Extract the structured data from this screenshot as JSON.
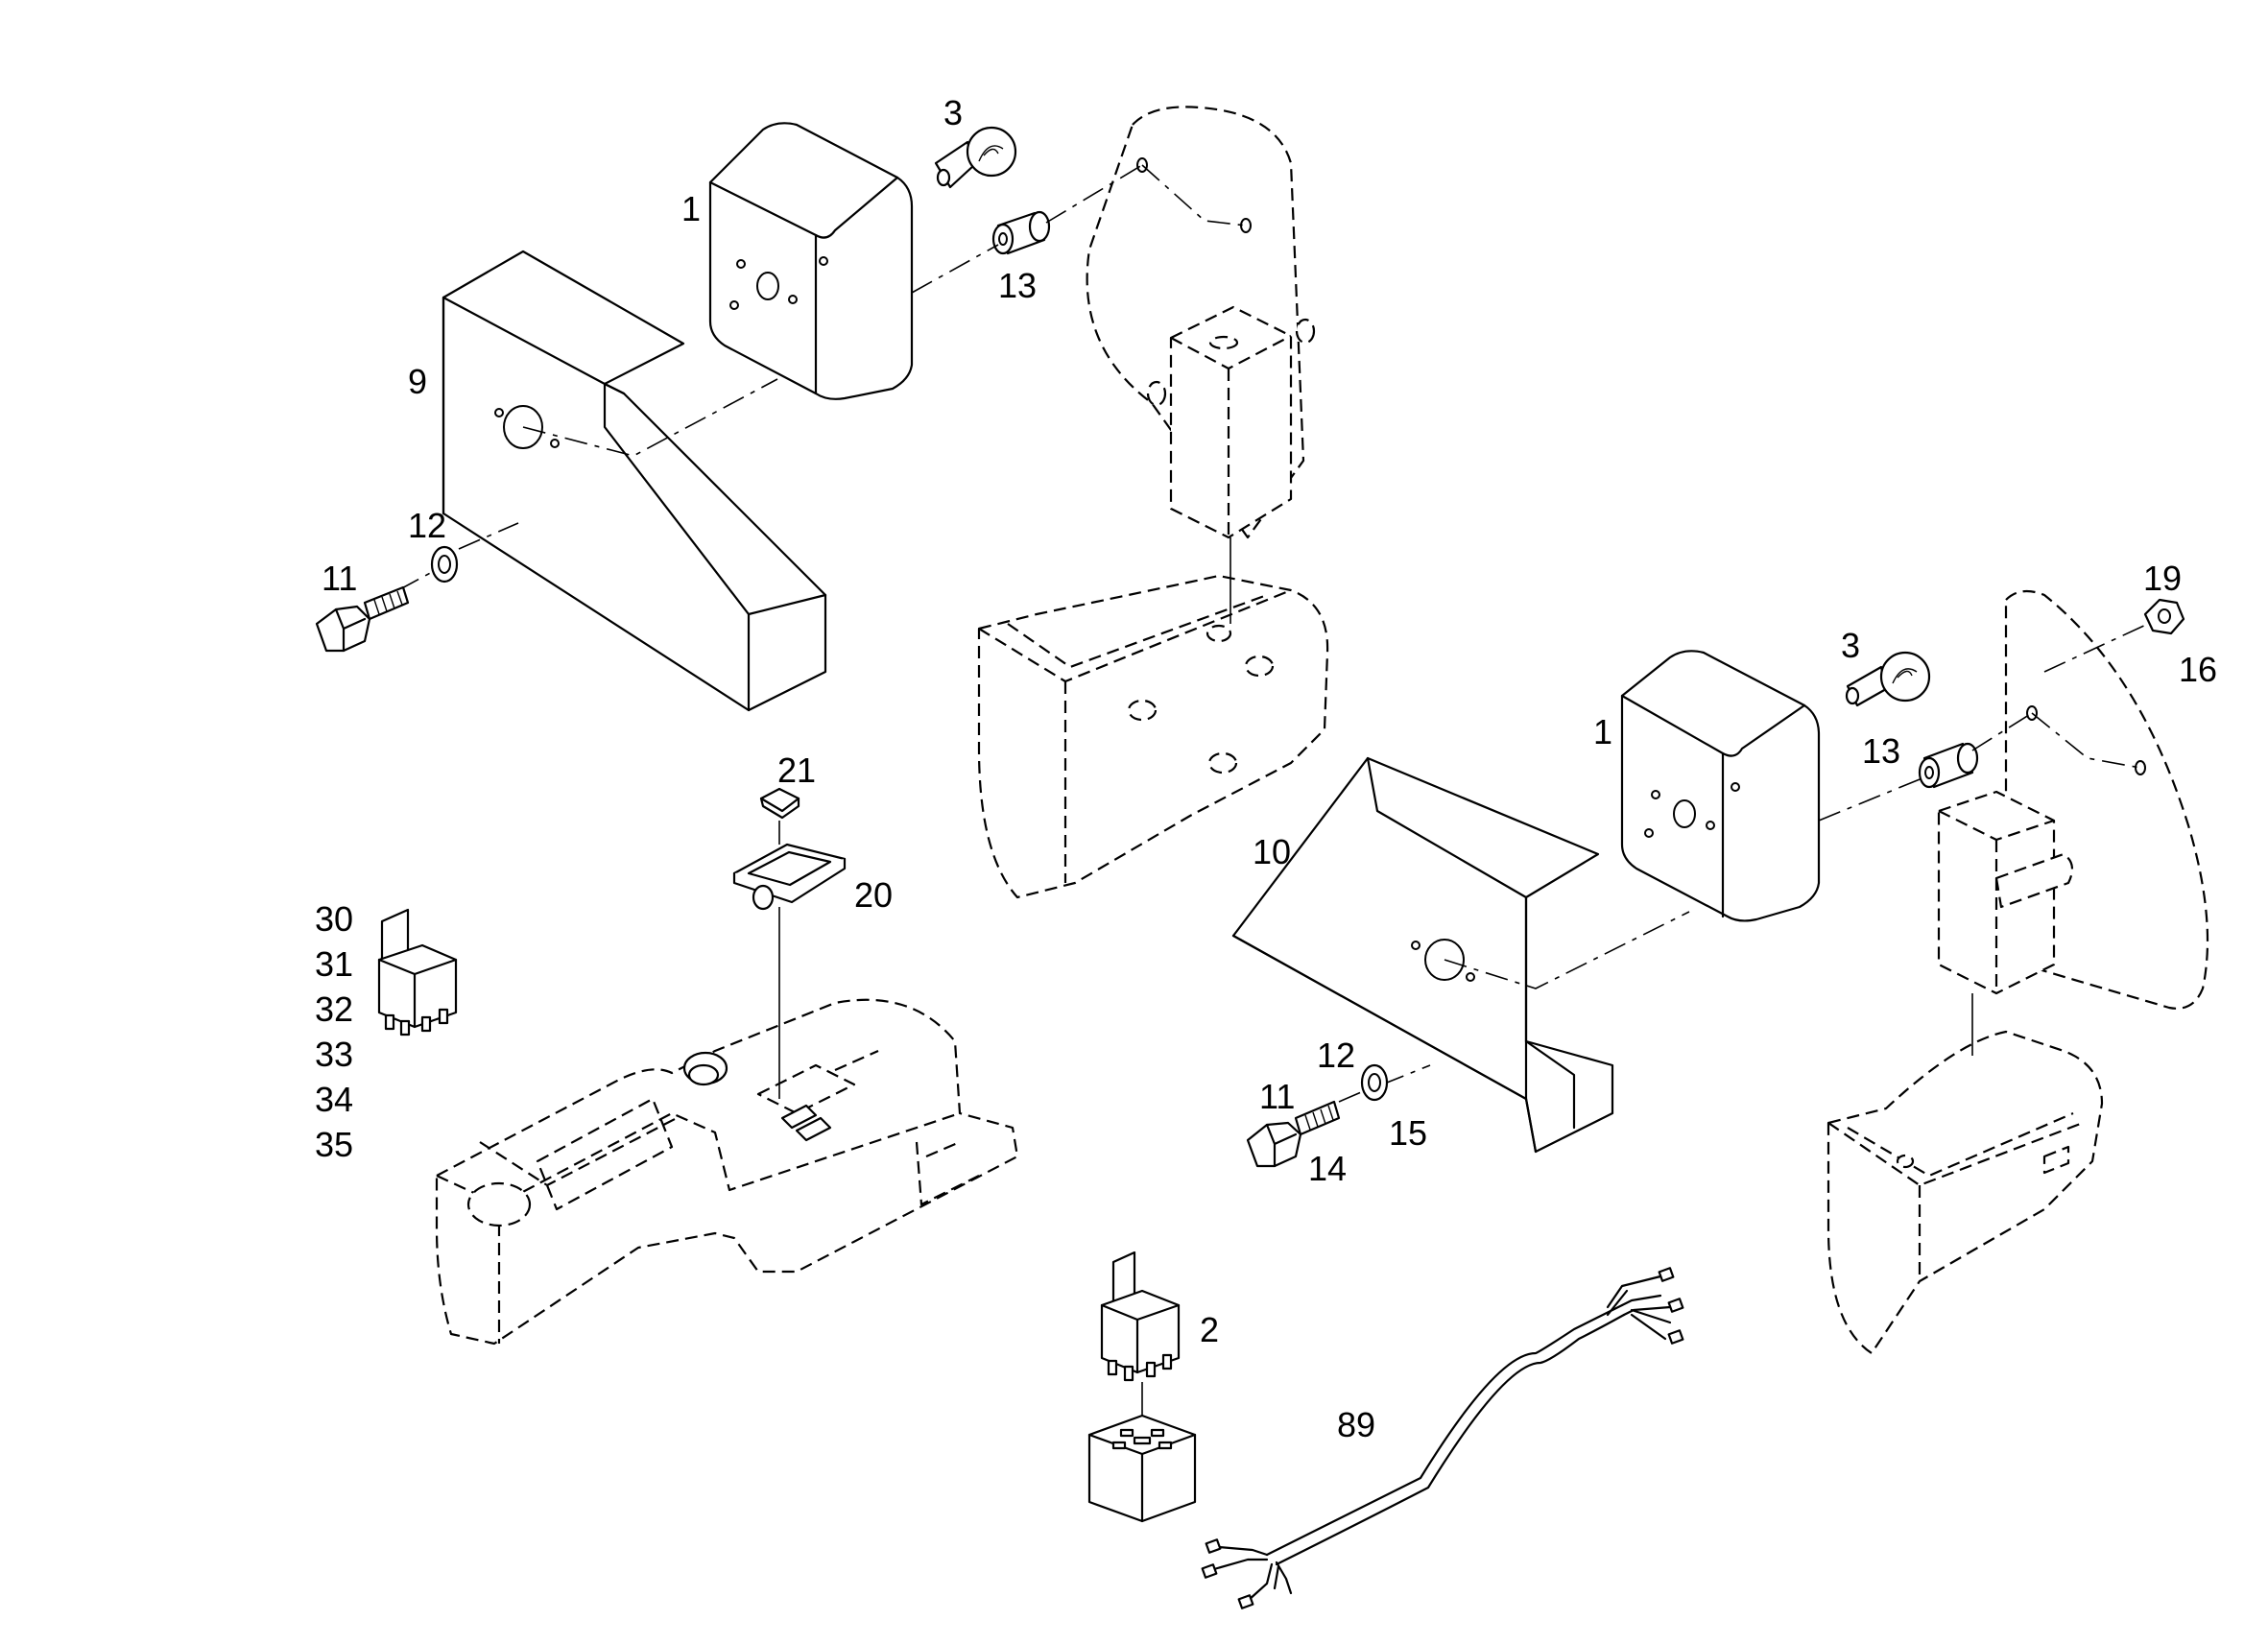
{
  "callouts": {
    "c1a": "1",
    "c3a": "3",
    "c13a": "13",
    "c9": "9",
    "c12a": "12",
    "c11a": "11",
    "c21": "21",
    "c20": "20",
    "c30": "30",
    "c31": "31",
    "c32": "32",
    "c33": "33",
    "c34": "34",
    "c35": "35",
    "c19": "19",
    "c16": "16",
    "c3b": "3",
    "c1b": "1",
    "c13b": "13",
    "c10": "10",
    "c12b": "12",
    "c11b": "11",
    "c15": "15",
    "c14": "14",
    "c2": "2",
    "c89": "89"
  },
  "colors": {
    "line": "#000000",
    "background": "#ffffff"
  }
}
